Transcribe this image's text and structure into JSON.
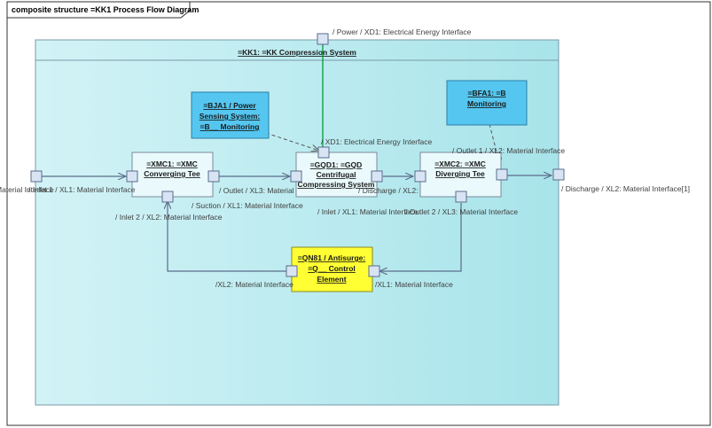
{
  "frame": {
    "title": "composite structure =KK1 Process Flow Diagram"
  },
  "system": {
    "title": "=KK1: =KK Compression System"
  },
  "parts": {
    "xmc1": {
      "line1": "=XMC1: =XMC",
      "line2": "Converging Tee"
    },
    "gqd1": {
      "line1": "=GQD1: =GQD",
      "line2": "Centrifugal",
      "line3": "Compressing System"
    },
    "xmc2": {
      "line1": "=XMC2: =XMC",
      "line2": "Diverging Tee"
    },
    "bja1": {
      "line1": "=BJA1 / Power",
      "line2": "Sensing System:",
      "line3": "=B__ Monitoring"
    },
    "bfa1": {
      "line1": "=BFA1: =B",
      "line2": "Monitoring"
    },
    "qn81": {
      "line1": "=QN81 / Antisurge:",
      "line2": "=Q__ Control",
      "line3": "Element"
    }
  },
  "labels": {
    "power": "/ Power / XD1: Electrical Energy Interface",
    "gqd_xd1": "/ XD1: Electrical Energy Interface",
    "outlet1": "/ Outlet 1 / XL2: Material Interface",
    "ext_inlet": "Material Interface",
    "ext_inlet_over": "/ Inlet 1 / XL1: Material Interface",
    "outlet_xl3": "/ Outlet / XL3: Material",
    "suction": "/ Suction / XL1: Material Interface",
    "inlet2": "/ Inlet 2 / XL2: Material Interface",
    "discharge_inner": "/ Discharge / XL2: ",
    "inlet_xl1": "/ Inlet / XL1: Material Interface",
    "outlet2": "/ Outlet 2 / XL3: Material Interface",
    "discharge_ext": "/ Discharge / XL2: Material Interface[1]",
    "qn_xl2": "/XL2: Material Interface",
    "qn_xl1": "/XL1: Material Interface"
  },
  "colors": {
    "system_fill": "#b8eaf0",
    "part_fill": "#eafafc",
    "bja_fill": "#55c6f0",
    "qn_fill": "#ffff33",
    "port_fill": "#d8e4f4",
    "port_stroke": "#5a6c8a",
    "power_line": "#009933",
    "flow_line": "#5a6c8a"
  }
}
